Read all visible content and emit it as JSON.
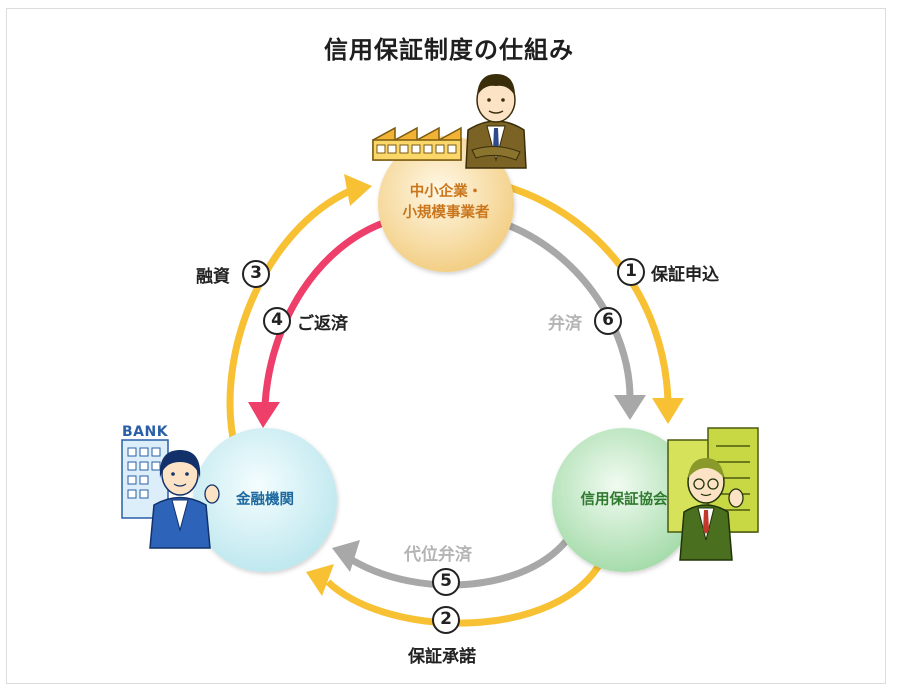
{
  "title": "信用保証制度の仕組み",
  "nodes": {
    "sme": {
      "line1": "中小企業・",
      "line2": "小規模事業者"
    },
    "bank": {
      "label": "金融機関"
    },
    "guarantee": {
      "label": "信用保証協会"
    }
  },
  "bank_sign": "BANK",
  "steps": {
    "s1": {
      "num": "1",
      "label": "保証申込"
    },
    "s2": {
      "num": "2",
      "label": "保証承諾"
    },
    "s3": {
      "num": "3",
      "label": "融資"
    },
    "s4": {
      "num": "4",
      "label": "ご返済"
    },
    "s5": {
      "num": "5",
      "label": "代位弁済"
    },
    "s6": {
      "num": "6",
      "label": "弁済"
    }
  },
  "colors": {
    "yellow_arrow": "#f7c133",
    "red_arrow": "#ee3f6a",
    "gray_arrow": "#a8a8a8",
    "sme_circle": "#f5d79a",
    "bank_circle": "#c6ecf2",
    "guarantee_circle": "#b2e1b7"
  }
}
